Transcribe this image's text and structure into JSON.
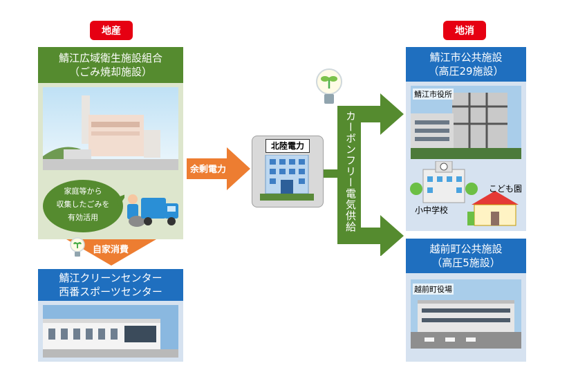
{
  "badges": {
    "production": "地産",
    "consumption": "地消"
  },
  "left": {
    "title_line1": "鯖江広域衛生施設組合",
    "title_line2": "（ごみ焼却施設）",
    "bubble_text": [
      "家庭等から",
      "収集したごみを",
      "有効活用"
    ],
    "self_consumption": "自家消費",
    "lower_title_line1": "鯖江クリーンセンター",
    "lower_title_line2": "西番スポーツセンター"
  },
  "middle": {
    "surplus_label": "余剰電力",
    "utility_name": "北陸電力",
    "supply_label": "カーボンフリー電気供給"
  },
  "right": {
    "sabae_title_line1": "鯖江市公共施設",
    "sabae_title_line2": "（高圧29施設）",
    "city_hall_label": "鯖江市役所",
    "kindergarten_label": "こども園",
    "school_label": "小中学校",
    "echizen_title_line1": "越前町公共施設",
    "echizen_title_line2": "（高圧5施設）",
    "town_hall_label": "越前町役場"
  },
  "colors": {
    "green": "#558b2f",
    "orange": "#ed7d31",
    "blue": "#1f6fbf",
    "red": "#e60012"
  }
}
